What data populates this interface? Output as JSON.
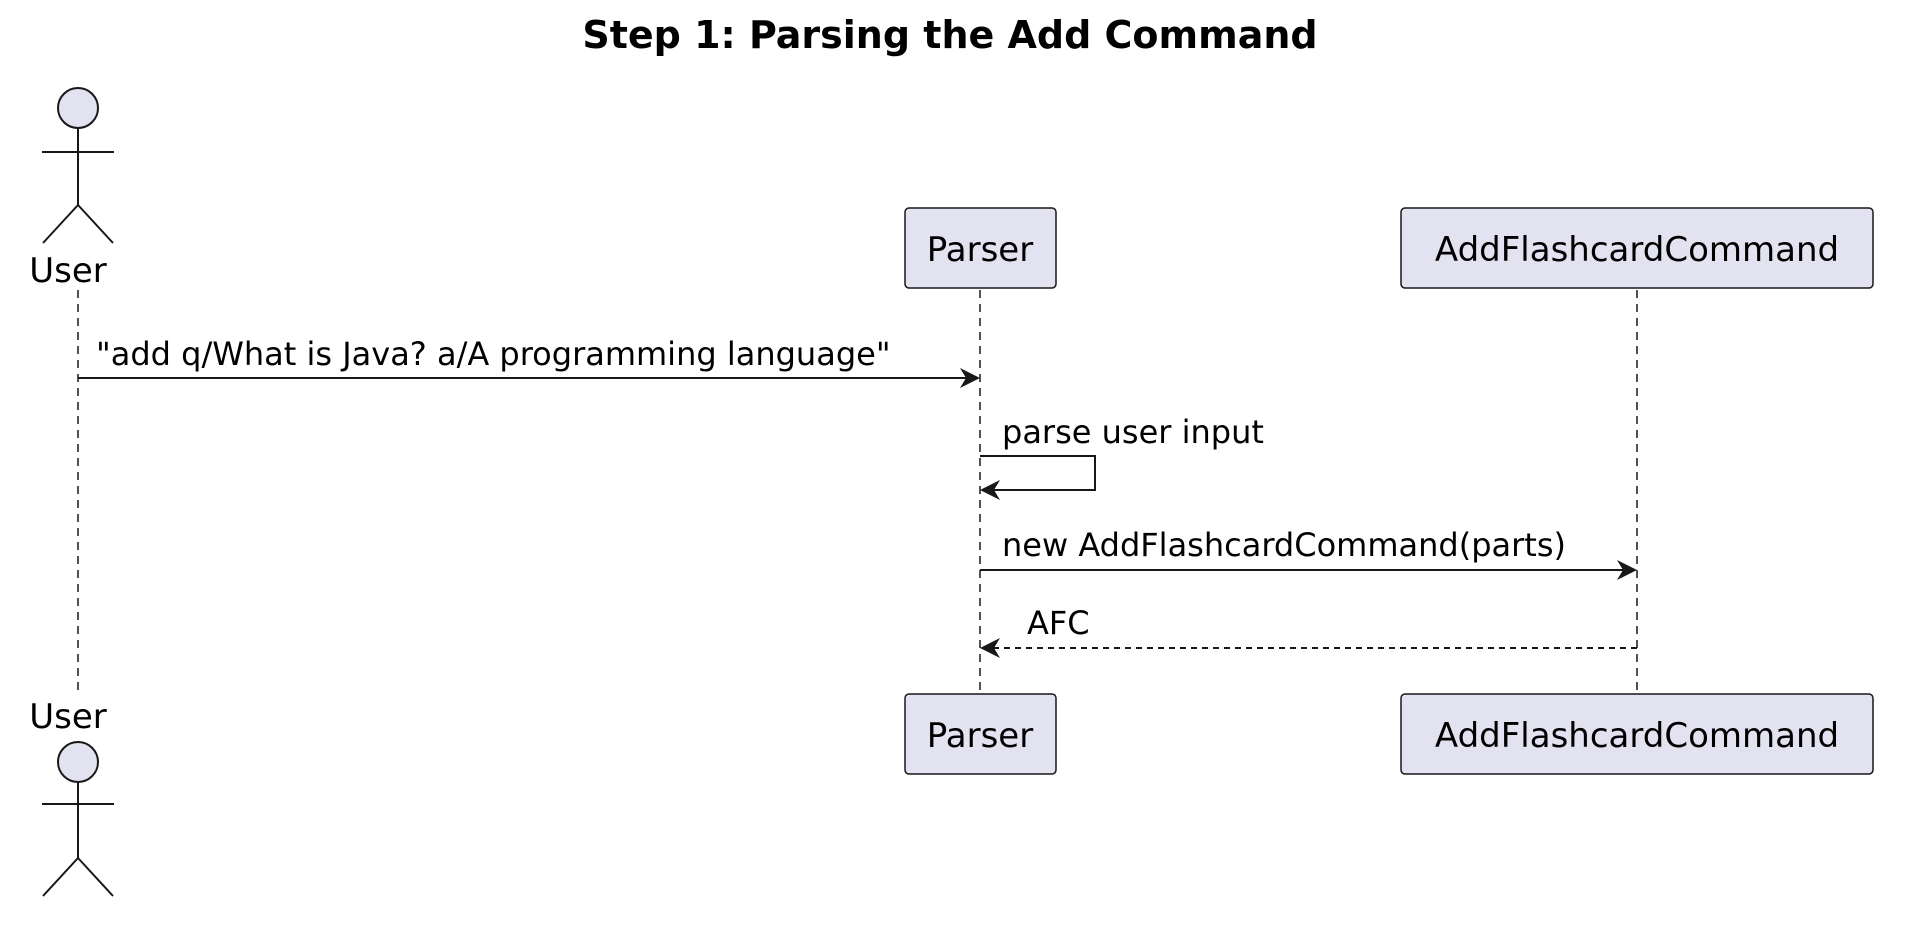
{
  "title": "Step 1: Parsing the Add Command",
  "participants": [
    {
      "id": "user",
      "label": "User",
      "kind": "actor"
    },
    {
      "id": "parser",
      "label": "Parser",
      "kind": "participant"
    },
    {
      "id": "afc",
      "label": "AddFlashcardCommand",
      "kind": "participant"
    }
  ],
  "messages": [
    {
      "from": "user",
      "to": "parser",
      "label": "\"add q/What is Java? a/A programming language\"",
      "style": "solid"
    },
    {
      "from": "parser",
      "to": "parser",
      "label": "parse user input",
      "style": "solid"
    },
    {
      "from": "parser",
      "to": "afc",
      "label": "new AddFlashcardCommand(parts)",
      "style": "solid"
    },
    {
      "from": "afc",
      "to": "parser",
      "label": "AFC",
      "style": "dashed"
    }
  ],
  "colors": {
    "participant_fill": "#E2E2F0",
    "participant_stroke": "#181818",
    "line": "#181818",
    "background": "#FFFFFF"
  }
}
